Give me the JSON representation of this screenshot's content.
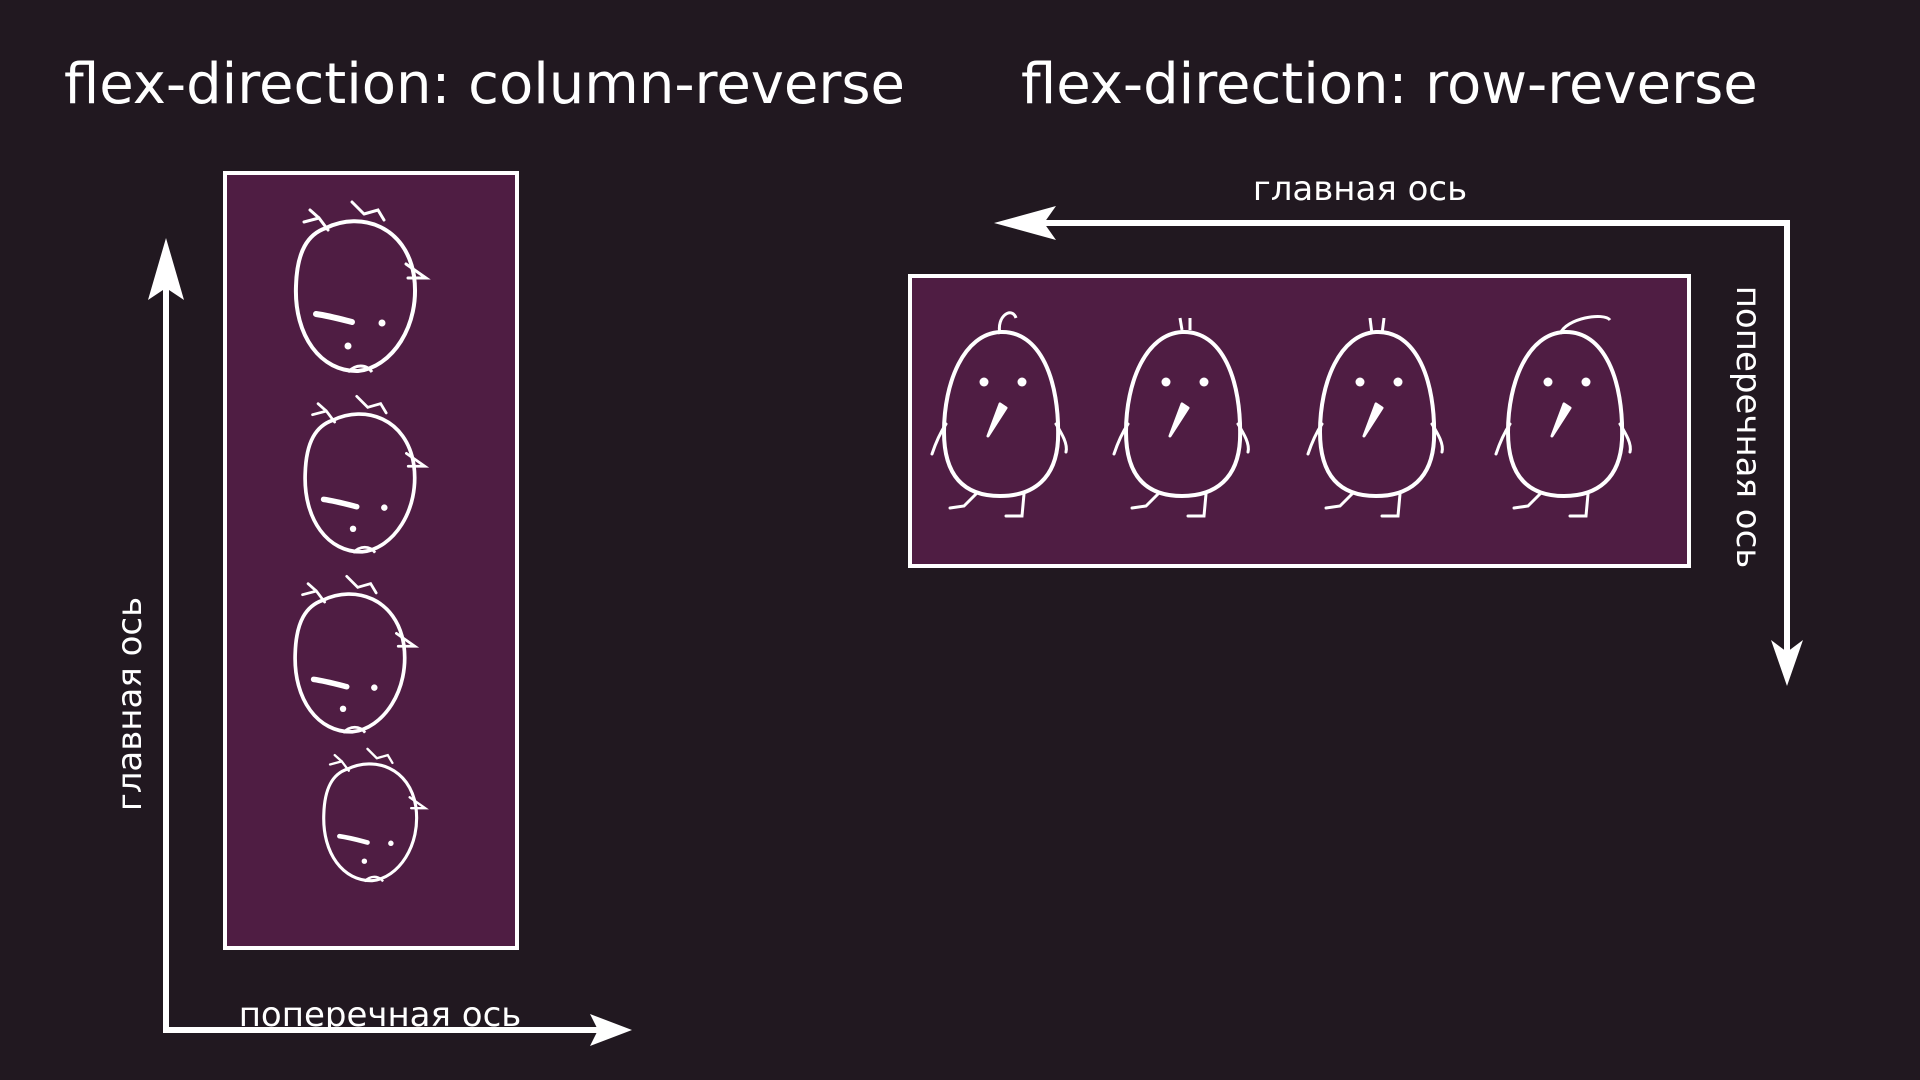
{
  "colors": {
    "background": "#211820",
    "container_fill": "#4f1d43",
    "stroke": "#ffffff",
    "text": "#ffffff"
  },
  "left_panel": {
    "title": "flex-direction: column-reverse",
    "main_axis_label": "главная ось",
    "cross_axis_label": "поперечная ось",
    "main_axis_arrow": "arrow-up-icon",
    "cross_axis_arrow": "arrow-right-icon",
    "items_count": 4
  },
  "right_panel": {
    "title": "flex-direction: row-reverse",
    "main_axis_label": "главная ось",
    "cross_axis_label": "поперечная ось",
    "main_axis_arrow": "arrow-left-icon",
    "cross_axis_arrow": "arrow-down-icon",
    "items_count": 4
  }
}
